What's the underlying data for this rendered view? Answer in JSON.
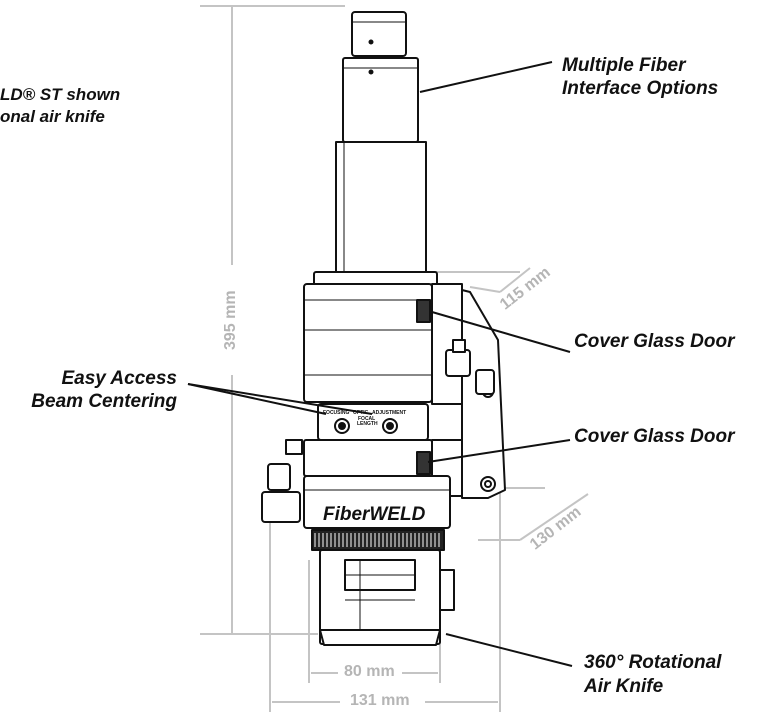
{
  "note": {
    "line1": "LD® ST shown",
    "line2": "onal air knife"
  },
  "callouts": {
    "fiber_line1": "Multiple Fiber",
    "fiber_line2": "Interface Options",
    "cover_glass_upper": "Cover Glass Door",
    "cover_glass_lower": "Cover Glass Door",
    "easy_line1": "Easy Access",
    "easy_line2": "Beam Centering",
    "knife_line1": "360° Rotational",
    "knife_line2": "Air Knife"
  },
  "dimensions": {
    "height": "395 mm",
    "depth_top": "115 mm",
    "depth_bottom": "130 mm",
    "inner_width": "80 mm",
    "outer_width": "131 mm"
  },
  "panel": {
    "label_left": "FOCUSING",
    "label_mid": "OPTIC",
    "label_right": "ADJUSTMENT",
    "sub1": "FOCAL",
    "sub2": "LENGTH"
  },
  "brand": "FiberWELD",
  "colors": {
    "line": "#111111",
    "dimension": "#bdbdbd",
    "body": "#ffffff"
  }
}
